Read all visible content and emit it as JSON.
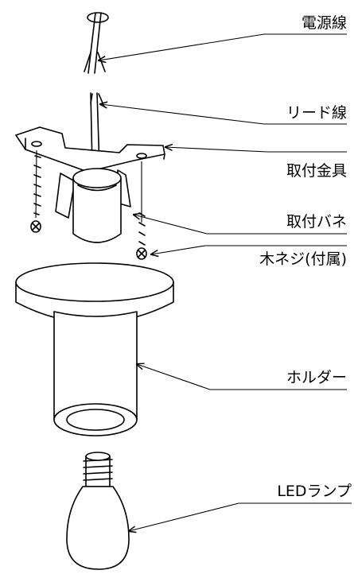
{
  "labels": {
    "power_wire": "電源線",
    "lead_wire": "リード線",
    "mounting_bracket": "取付金具",
    "mounting_spring": "取付バネ",
    "wood_screw": "木ネジ(付属)",
    "holder": "ホルダー",
    "led_lamp": "LEDランプ"
  }
}
